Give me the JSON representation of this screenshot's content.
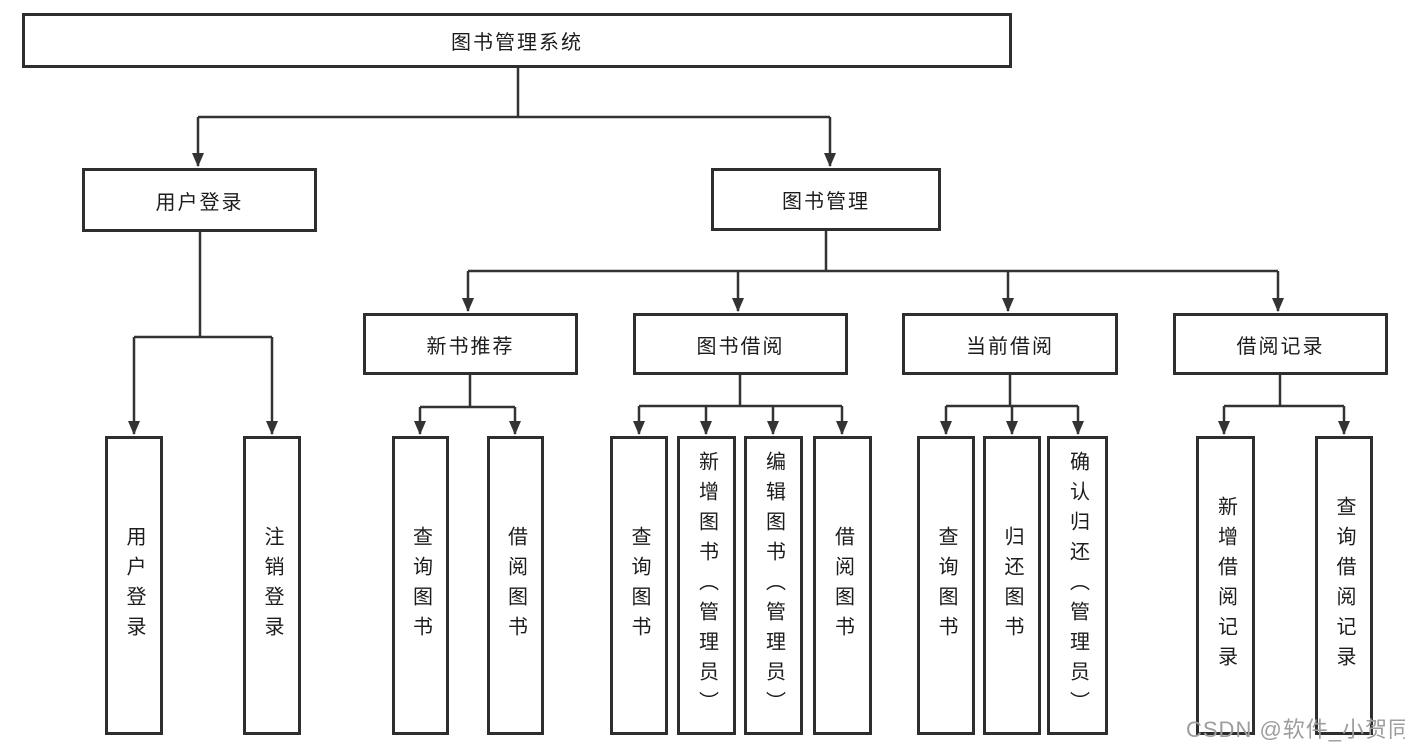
{
  "title": "图书管理系统",
  "tree": {
    "label": "图书管理系统",
    "children": [
      {
        "label": "用户登录",
        "children": [
          {
            "label": "用户登录"
          },
          {
            "label": "注销登录"
          }
        ]
      },
      {
        "label": "图书管理",
        "children": [
          {
            "label": "新书推荐",
            "children": [
              {
                "label": "查询图书"
              },
              {
                "label": "借阅图书"
              }
            ]
          },
          {
            "label": "图书借阅",
            "children": [
              {
                "label": "查询图书"
              },
              {
                "label": "新增图书（管理员）"
              },
              {
                "label": "编辑图书（管理员）"
              },
              {
                "label": "借阅图书"
              }
            ]
          },
          {
            "label": "当前借阅",
            "children": [
              {
                "label": "查询图书"
              },
              {
                "label": "归还图书"
              },
              {
                "label": "确认归还（管理员）"
              }
            ]
          },
          {
            "label": "借阅记录",
            "children": [
              {
                "label": "新增借阅记录"
              },
              {
                "label": "查询借阅记录"
              }
            ]
          }
        ]
      }
    ]
  },
  "watermark": {
    "text": "CSDN @软件_小贺同学",
    "color": "#9d9d9d"
  },
  "colors": {
    "background": "#ffffff",
    "box_border": "#2e2e2e",
    "line": "#333333",
    "text": "#1c1c1c"
  }
}
